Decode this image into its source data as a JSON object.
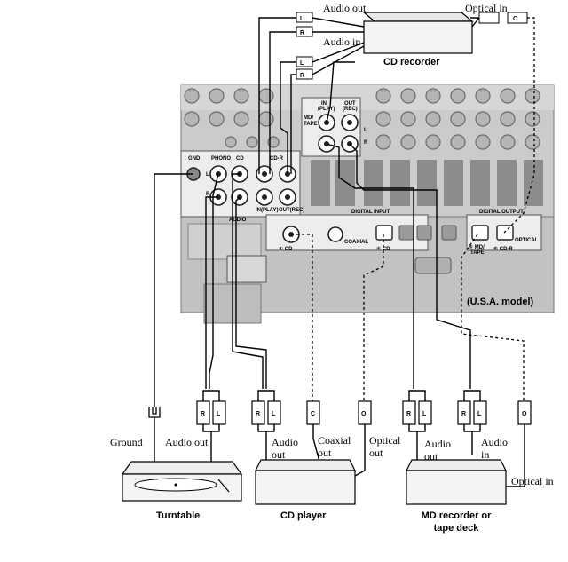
{
  "receiver_panel": {
    "group_labels": [
      "AUDIO",
      "DIGITAL INPUT",
      "DIGITAL OUTPUT"
    ],
    "jack_labels": {
      "gnd": "GND",
      "phono": "PHONO",
      "cd": "CD",
      "cdr": "CD-R",
      "l": "L",
      "r": "R",
      "in_play": "IN(PLAY)",
      "out_rec": "OUT(REC)",
      "md_tape": "MD/\nTAPE",
      "in_play_top": "IN\n(PLAY)",
      "out_rec_top": "OUT\n(REC)",
      "coaxial": "COAXIAL",
      "coax_cd": "① CD",
      "opt_cd": "④ CD",
      "optical": "OPTICAL",
      "opt_md": "⑤ MD/\nTAPE",
      "opt_cdr": "⑥ CD-R"
    }
  },
  "diagram": {
    "cd_recorder": {
      "label": "CD recorder",
      "audio_out": "Audio out",
      "audio_in": "Audio in",
      "optical_in": "Optical in"
    },
    "model_note": "(U.S.A. model)",
    "turntable": {
      "label": "Turntable",
      "ground": "Ground",
      "audio_out": "Audio out"
    },
    "cd_player": {
      "label": "CD player",
      "audio_out": "Audio\nout",
      "coaxial_out": "Coaxial\nout",
      "optical_out": "Optical\nout"
    },
    "md_recorder": {
      "label": "MD recorder or\ntape deck",
      "audio_out": "Audio\nout",
      "audio_in": "Audio\nin",
      "optical_in": "Optical in"
    },
    "plug_letters": {
      "l": "L",
      "r": "R",
      "c": "C",
      "o": "O"
    }
  },
  "colors": {
    "panel": "#c9c9c9",
    "panel_dark": "#a8a8a8",
    "line": "#000000",
    "device": "#f2f2f2"
  }
}
